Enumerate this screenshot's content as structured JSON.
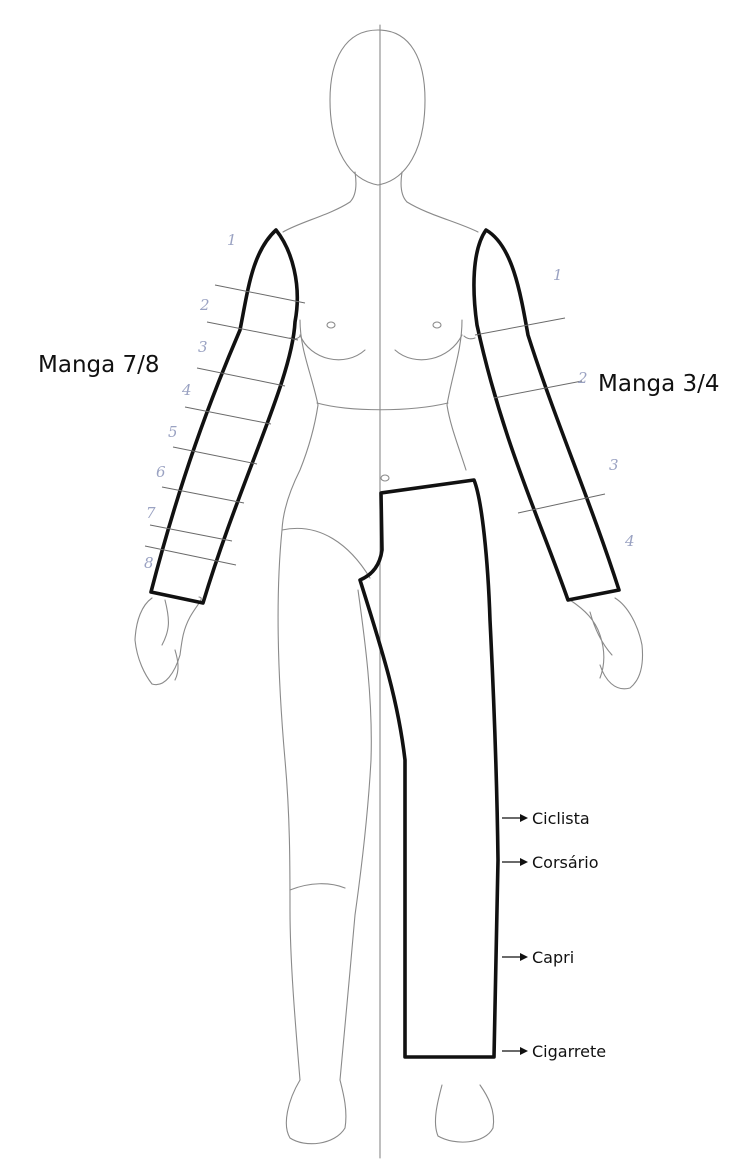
{
  "sleeve_labels": {
    "left": "Manga 7/8",
    "right": "Manga 3/4"
  },
  "left_sleeve_marks": [
    "1",
    "2",
    "3",
    "4",
    "5",
    "6",
    "7",
    "8"
  ],
  "right_sleeve_marks": [
    "1",
    "2",
    "3",
    "4"
  ],
  "pant_lengths": [
    "Ciclista",
    "Corsário",
    "Capri",
    "Cigarrete"
  ]
}
